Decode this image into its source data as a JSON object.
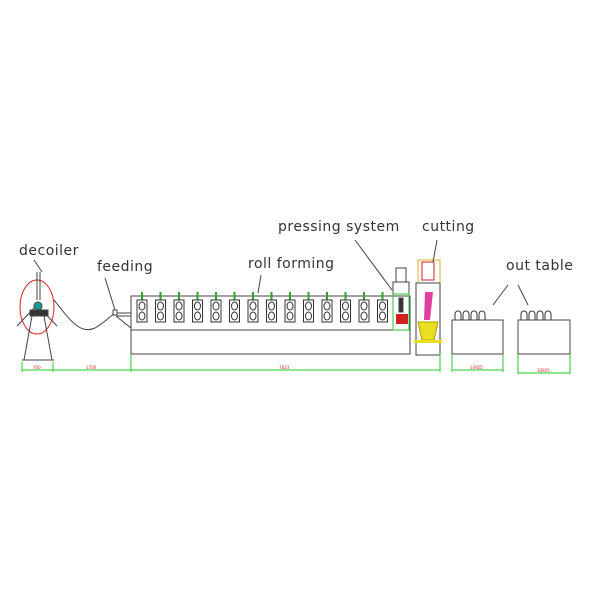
{
  "labels": {
    "decoiler": "decoiler",
    "feeding": "feeding",
    "roll_forming": "roll forming",
    "pressing_system": "pressing system",
    "cutting": "cutting",
    "out_table": "out table"
  },
  "dimensions": [
    "700",
    "1700",
    "7823",
    "10925",
    "10925"
  ],
  "colors": {
    "outline": "#333333",
    "dimension": "#22cc22",
    "dimension_text": "#e02020",
    "highlight": "#e02020",
    "roller_marker": "#22aa22"
  }
}
